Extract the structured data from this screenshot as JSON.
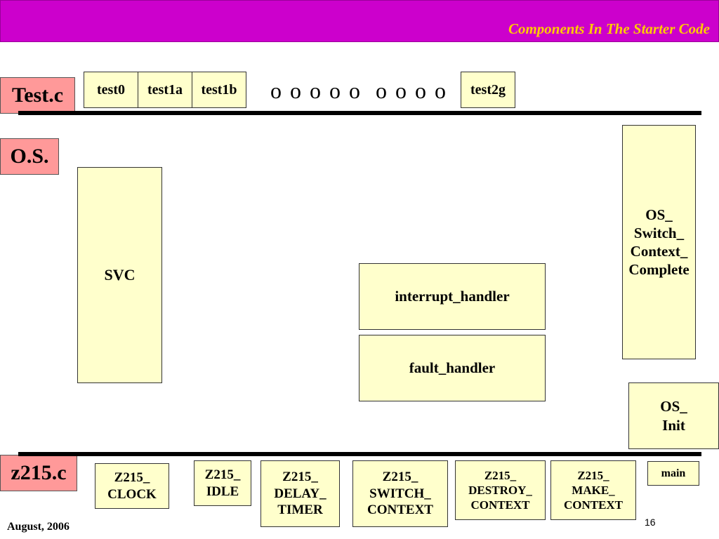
{
  "header": {
    "title": "Components In The Starter Code"
  },
  "labels": {
    "test_c": "Test.c",
    "os": "O.S.",
    "z215_c": "z215.c"
  },
  "tests": {
    "t0": "test0",
    "t1a": "test1a",
    "t1b": "test1b",
    "ellipsis": "o o o o o  o o o o",
    "t2g": "test2g"
  },
  "os_components": {
    "svc": "SVC",
    "interrupt_handler": "interrupt_handler",
    "fault_handler": "fault_handler",
    "switch_complete": "OS_\nSwitch_\nContext_\nComplete",
    "init": "OS_\nInit"
  },
  "z215_components": {
    "clock": "Z215_\nCLOCK",
    "idle": "Z215_\nIDLE",
    "delay_timer": "Z215_\nDELAY_\nTIMER",
    "switch_context": "Z215_\nSWITCH_\nCONTEXT",
    "destroy_context": "Z215_\nDESTROY_\nCONTEXT",
    "make_context": "Z215_\nMAKE_\nCONTEXT",
    "main": "main"
  },
  "footer": {
    "date": "August, 2006",
    "page": "16"
  },
  "colors": {
    "header_bg": "#cc00cc",
    "header_text": "#ffcc00",
    "label_bg": "#ff9999",
    "box_bg": "#ffffcc"
  }
}
